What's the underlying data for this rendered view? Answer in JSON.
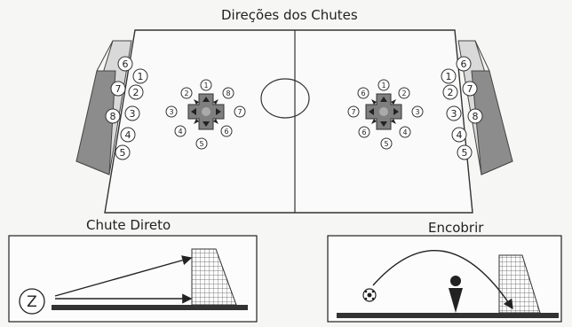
{
  "title": "Direções dos Chutes",
  "panels": {
    "direct_label": "Chute Direto",
    "lob_label": "Encobrir",
    "key_label": "Z"
  },
  "goal_numbers": {
    "left": [
      "6",
      "1",
      "7",
      "2",
      "8",
      "3",
      "4",
      "5"
    ],
    "right": [
      "6",
      "1",
      "7",
      "2",
      "3",
      "8",
      "4",
      "5"
    ]
  },
  "dpad_numbers": {
    "left": [
      "1",
      "2",
      "8",
      "3",
      "7",
      "4",
      "5",
      "6"
    ],
    "right": [
      "1",
      "6",
      "2",
      "7",
      "3",
      "6",
      "5",
      "4"
    ]
  },
  "colors": {
    "line": "#333333",
    "goal_fill": "#8c8c8c",
    "dpad_fill": "#7f7f7f",
    "background": "#f6f6f4"
  },
  "icons": [
    "ball-icon",
    "player-icon",
    "goal-net-icon",
    "arrow-icon"
  ]
}
